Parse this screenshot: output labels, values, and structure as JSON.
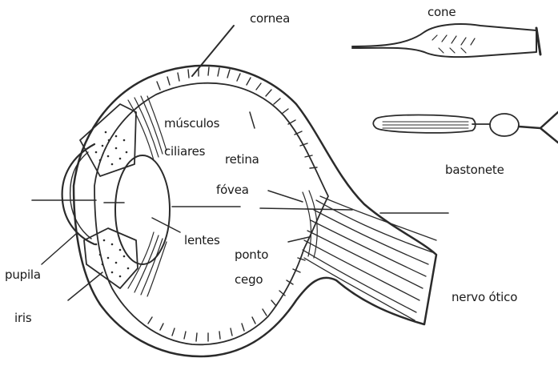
{
  "labels": {
    "cornea": "cornea",
    "cone": "cone",
    "musculos": "músculos",
    "ciliares": "ciliares",
    "retina": "retina",
    "bastonete": "bastonete",
    "fovea": "fóvea",
    "lentes": "lentes",
    "ponto": "ponto",
    "cego": "cego",
    "pupila": "pupila",
    "nervo_otico": "nervo ótico",
    "iris": "iris"
  }
}
